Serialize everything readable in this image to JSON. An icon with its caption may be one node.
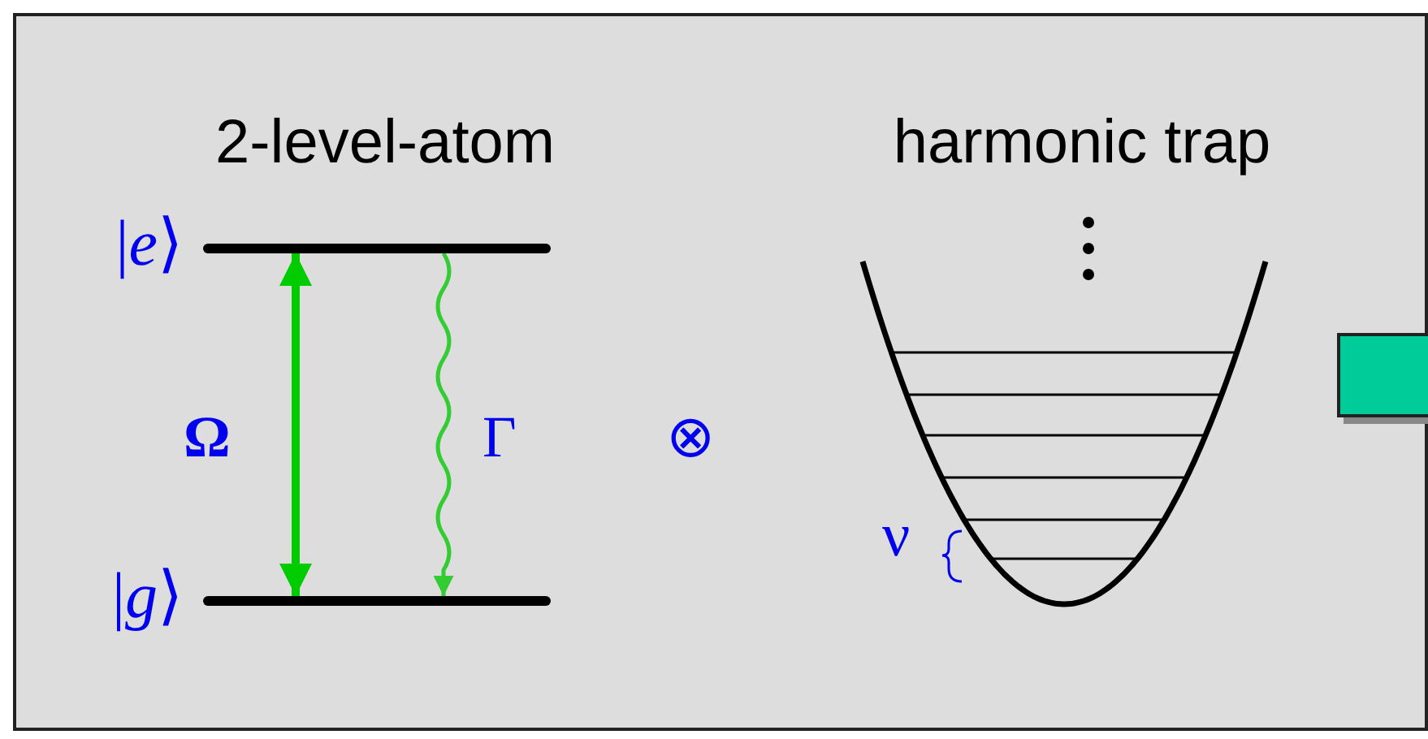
{
  "diagram": {
    "nodes": [
      {
        "text": [],
        "shape": "bar",
        "beside": [
          "|*e*⟩"
        ]
      },
      {
        "text": [],
        "shape": "bar",
        "beside": [
          "|*g*⟩"
        ]
      },
      {
        "text": [],
        "shape": "box"
      }
    ],
    "edges": [
      {
        "from": 1,
        "to": 0,
        "arrow": "both",
        "label": "Ω",
        "style": "thick"
      },
      {
        "from": 0,
        "to": 1,
        "arrow": "to",
        "label": "Γ",
        "color": "#33cc33"
      }
    ],
    "labels": [
      "2-level-atom",
      "harmonic trap",
      "⊗",
      "ν"
    ]
  }
}
